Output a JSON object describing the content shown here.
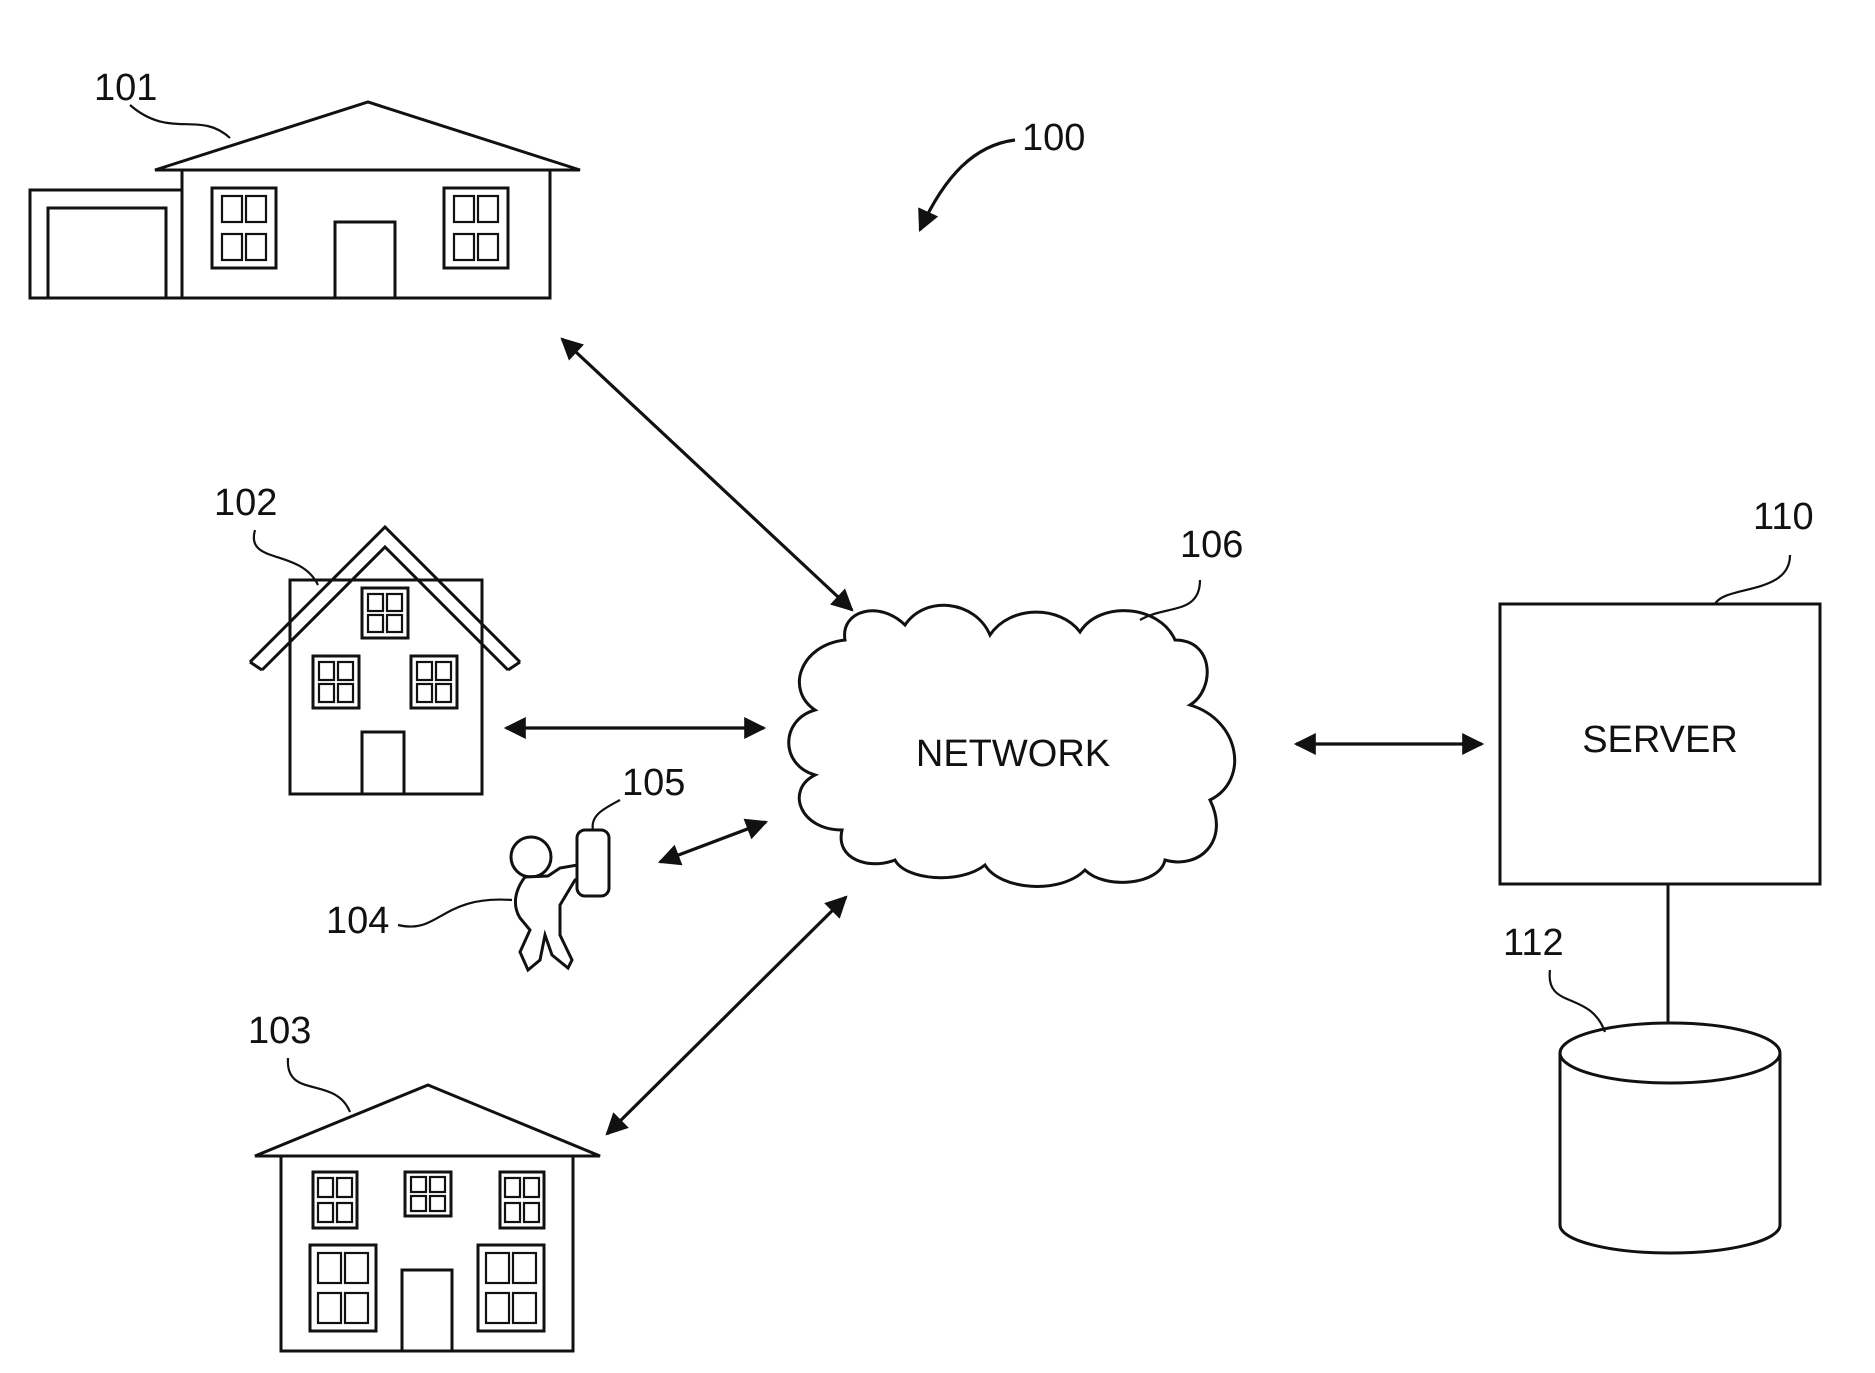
{
  "figure_ref": "100",
  "nodes": {
    "house_101": {
      "ref": "101"
    },
    "house_102": {
      "ref": "102"
    },
    "house_103": {
      "ref": "103"
    },
    "person_104": {
      "ref": "104"
    },
    "device_105": {
      "ref": "105"
    },
    "network_106": {
      "ref": "106",
      "label": "NETWORK"
    },
    "server_110": {
      "ref": "110",
      "label": "SERVER"
    },
    "database_112": {
      "ref": "112"
    }
  },
  "edges": [
    {
      "from": "house_101",
      "to": "network_106",
      "style": "bidirectional"
    },
    {
      "from": "house_102",
      "to": "network_106",
      "style": "bidirectional"
    },
    {
      "from": "device_105",
      "to": "network_106",
      "style": "bidirectional"
    },
    {
      "from": "house_103",
      "to": "network_106",
      "style": "bidirectional"
    },
    {
      "from": "network_106",
      "to": "server_110",
      "style": "bidirectional"
    },
    {
      "from": "server_110",
      "to": "database_112",
      "style": "line"
    }
  ]
}
